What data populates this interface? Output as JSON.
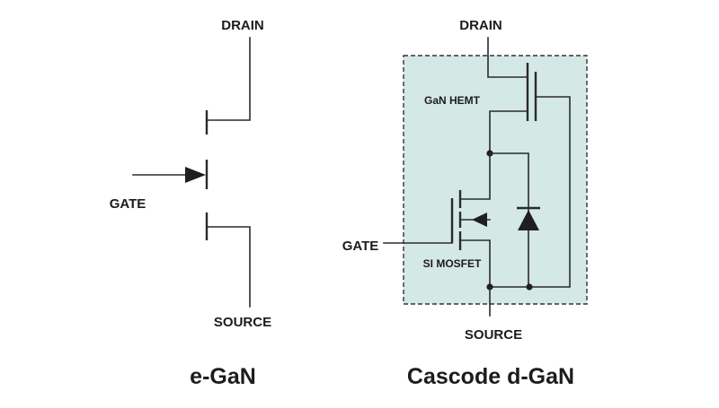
{
  "left": {
    "drain_label": "DRAIN",
    "gate_label": "GATE",
    "source_label": "SOURCE",
    "caption": "e-GaN"
  },
  "right": {
    "drain_label": "DRAIN",
    "gate_label": "GATE",
    "source_label": "SOURCE",
    "hemt_label": "GaN HEMT",
    "mosfet_label": "SI MOSFET",
    "caption": "Cascode d-GaN"
  },
  "colors": {
    "box_fill": "#d4e8e6",
    "box_border": "#333333",
    "line": "#2a2a2a",
    "text": "#1c1c1c"
  }
}
